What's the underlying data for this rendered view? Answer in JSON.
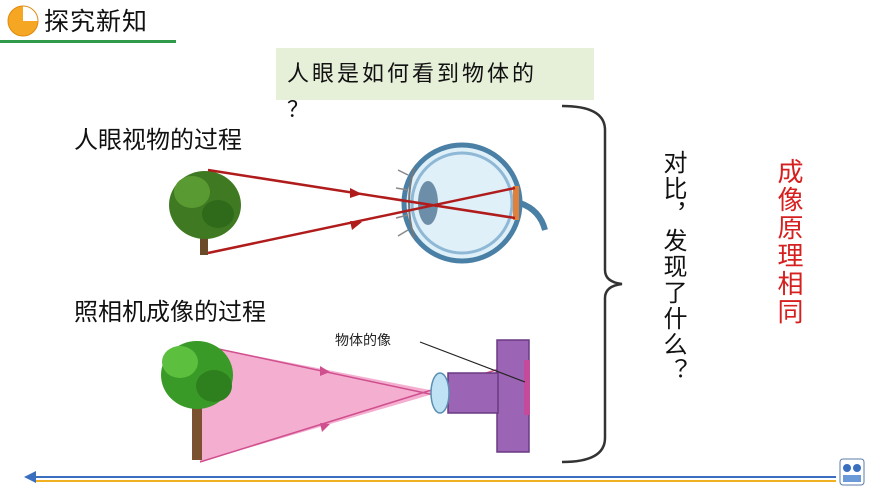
{
  "header": {
    "title": "探究新知",
    "accent_color": "#2e9a4a",
    "icon": "pie-chart-icon"
  },
  "question": {
    "line1": "人眼是如何看到物体的",
    "line2": "？"
  },
  "eye_label": "人眼视物的过程",
  "camera_label": "照相机成像的过程",
  "camera_caption": "物体的像",
  "compare_text": "对比，发现了什么？",
  "result_text": "成像原理相同",
  "colors": {
    "ray_red": "#b01c1c",
    "beam_pink": "#f2a0c8",
    "camera_purple": "#9c64b4",
    "result_red": "#d62020",
    "footer_blue": "#3a6fc0"
  },
  "footer": {
    "left_icon": "triangle-arrow-icon",
    "right_icon": "nav-buttons-icon"
  }
}
